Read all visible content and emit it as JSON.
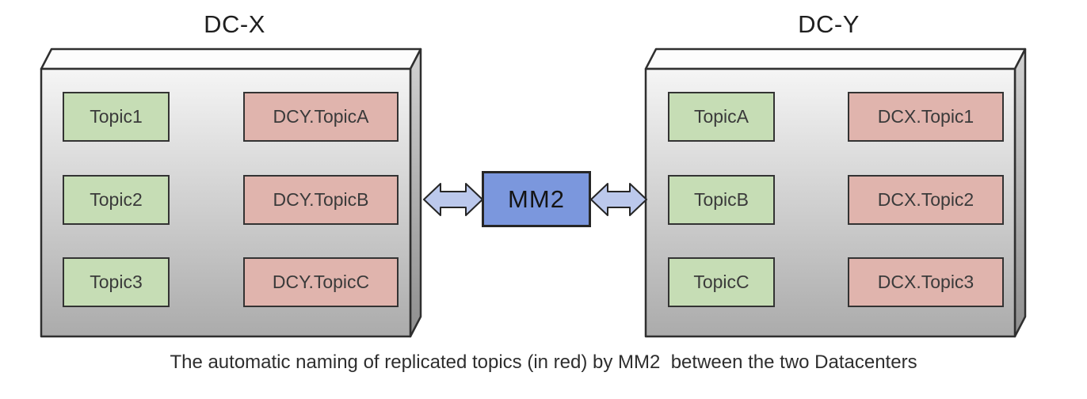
{
  "diagram": {
    "caption": "The automatic naming of replicated topics (in red) by MM2  between the two Datacenters",
    "datacenters": [
      {
        "title": "DC-X",
        "local_topics": [
          "Topic1",
          "Topic2",
          "Topic3"
        ],
        "replicated_topics": [
          "DCY.TopicA",
          "DCY.TopicB",
          "DCY.TopicC"
        ]
      },
      {
        "title": "DC-Y",
        "local_topics": [
          "TopicA",
          "TopicB",
          "TopicC"
        ],
        "replicated_topics": [
          "DCX.Topic1",
          "DCX.Topic2",
          "DCX.Topic3"
        ]
      }
    ],
    "connector": {
      "label": "MM2"
    },
    "colors": {
      "local_topic_fill": "#c6ddb5",
      "replicated_topic_fill": "#e0b4ad",
      "connector_fill": "#7b97dd",
      "arrow_fill": "#bbc8ec",
      "outline": "#2f2f2f",
      "cube_front_top": "#f5f5f5",
      "cube_front_bottom": "#ababab"
    }
  }
}
